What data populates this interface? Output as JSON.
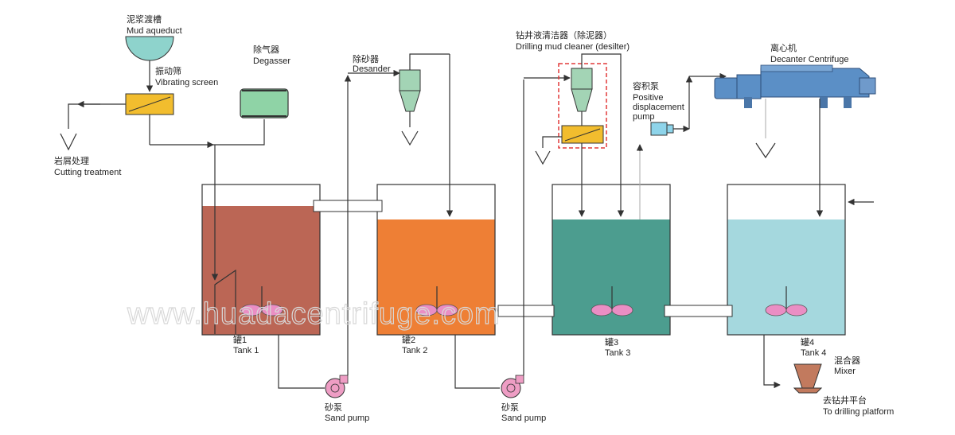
{
  "labels": {
    "mud_aqueduct_cn": "泥浆渡槽",
    "mud_aqueduct_en": "Mud aqueduct",
    "vibrating_screen_cn": "振动筛",
    "vibrating_screen_en": "Vibrating screen",
    "degasser_cn": "除气器",
    "degasser_en": "Degasser",
    "desander_cn": "除砂器",
    "desander_en": "Desander",
    "cleaner_cn": "钻井液清洁器（除泥器）",
    "cleaner_en": "Drilling mud cleaner (desilter)",
    "pd_pump_cn": "容积泵",
    "pd_pump_en_1": "Positive",
    "pd_pump_en_2": "displacement",
    "pd_pump_en_3": "pump",
    "centrifuge_cn": "离心机",
    "centrifuge_en": "Decanter Centrifuge",
    "cutting_cn": "岩屑处理",
    "cutting_en": "Cutting treatment",
    "tank1_cn": "罐1",
    "tank1_en": "Tank 1",
    "tank2_cn": "罐2",
    "tank2_en": "Tank 2",
    "tank3_cn": "罐3",
    "tank3_en": "Tank 3",
    "tank4_cn": "罐4",
    "tank4_en": "Tank 4",
    "sand_pump_cn": "砂泵",
    "sand_pump_en": "Sand pump",
    "mixer_cn": "混合器",
    "mixer_en": "Mixer",
    "platform_cn": "去钻井平台",
    "platform_en": "To drilling platform"
  },
  "watermark": "www.huadacentrifuge.com",
  "colors": {
    "tank1_fluid": "#bb6655",
    "tank2_fluid": "#ee7f35",
    "tank3_fluid": "#4c9d8f",
    "tank4_fluid": "#a5d8de",
    "aqueduct": "#8ed3cc",
    "screen": "#f2bd2e",
    "degasser": "#8fd3a6",
    "hydrocyclone": "#a3d4b5",
    "agitator_blade": "#ea8ec4",
    "pump": "#ee9dc4",
    "pd_pump": "#8ed4ea",
    "centrifuge": "#5b8fc6",
    "mixer": "#c27a5e",
    "highlight_box": "#e23a3a"
  }
}
